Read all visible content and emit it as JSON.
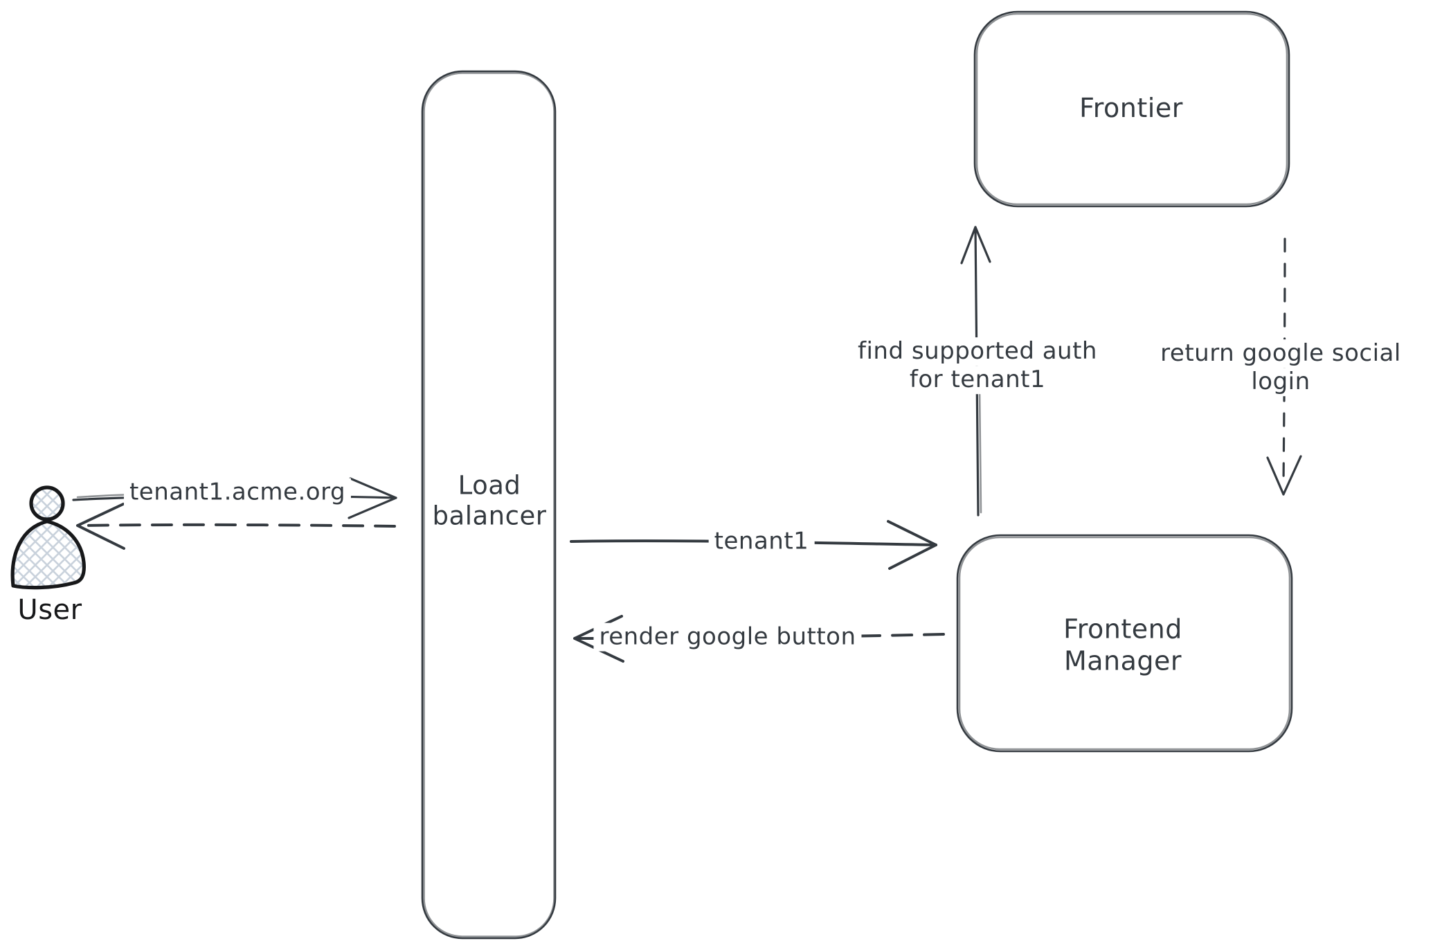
{
  "diagram_type": "sequence-architecture-sketch",
  "nodes": {
    "user": {
      "label": "User",
      "shape": "actor"
    },
    "load_balancer": {
      "line1": "Load",
      "line2": "balancer",
      "shape": "rounded-rect"
    },
    "frontier": {
      "label": "Frontier",
      "shape": "rounded-rect"
    },
    "frontend_manager": {
      "line1": "Frontend",
      "line2": "Manager",
      "shape": "rounded-rect"
    }
  },
  "edges": {
    "user_to_lb": {
      "label": "tenant1.acme.org",
      "style": "solid",
      "from": "User",
      "to": "Load balancer"
    },
    "lb_to_user": {
      "label": "",
      "style": "dashed",
      "from": "Load balancer",
      "to": "User"
    },
    "lb_to_fm": {
      "label": "tenant1",
      "style": "solid",
      "from": "Load balancer",
      "to": "Frontend Manager"
    },
    "fm_to_lb": {
      "label": "render google button",
      "style": "dashed",
      "from": "Frontend Manager",
      "to": "Load balancer"
    },
    "fm_to_frontier": {
      "line1": "find supported auth",
      "line2": "for tenant1",
      "style": "solid",
      "from": "Frontend Manager",
      "to": "Frontier"
    },
    "frontier_to_fm": {
      "line1": "return google social",
      "line2": "login",
      "style": "dashed",
      "from": "Frontier",
      "to": "Frontend Manager"
    }
  },
  "colors": {
    "stroke_color": "#343a40",
    "actor_stroke": "#17181a",
    "hatch_color": "#c9d2dc",
    "bg_color": "#ffffff"
  }
}
